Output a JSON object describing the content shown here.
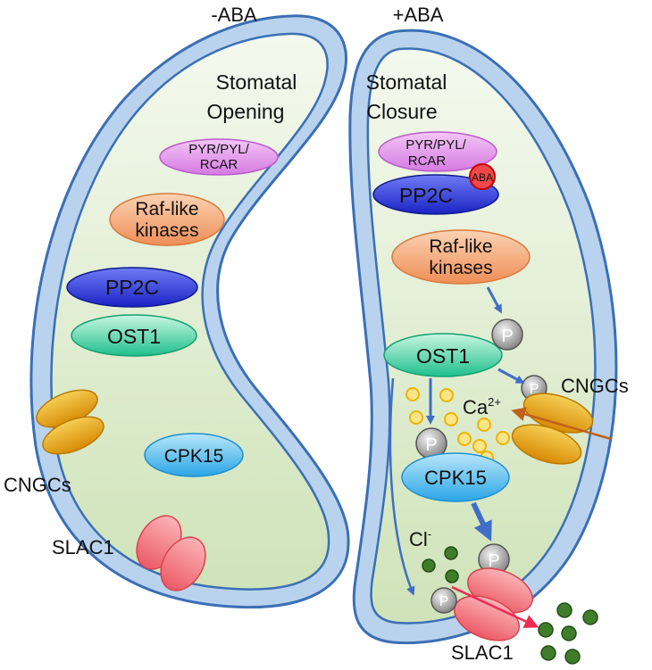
{
  "conditions": {
    "left": "-ABA",
    "right": "+ABA"
  },
  "left_cell": {
    "state_line1": "Stomatal",
    "state_line2": "Opening",
    "pyr_line1": "PYR/PYL/",
    "pyr_line2": "RCAR",
    "raf_line1": "Raf-like",
    "raf_line2": "kinases",
    "pp2c": "PP2C",
    "ost1": "OST1",
    "cpk15": "CPK15",
    "cngcs": "CNGCs",
    "slac1": "SLAC1"
  },
  "right_cell": {
    "state_line1": "Stomatal",
    "state_line2": "Closure",
    "pyr_line1": "PYR/PYL/",
    "pyr_line2": "RCAR",
    "aba": "ABA",
    "pp2c": "PP2C",
    "raf_line1": "Raf-like",
    "raf_line2": "kinases",
    "ost1": "OST1",
    "phospho": "P",
    "ca": "Ca",
    "ca_charge": "2+",
    "cpk15": "CPK15",
    "cl": "Cl",
    "cl_charge": "-",
    "cngcs": "CNGCs",
    "slac1": "SLAC1"
  },
  "colors": {
    "cell_wall": "#3b6fb5",
    "cell_fill": "#e2efd6",
    "pyr": "#d98ae6",
    "raf": "#f0a070",
    "pp2c": "#2233cc",
    "ost1": "#2ec79a",
    "cpk15": "#4ab8ec",
    "cngc": "#e6a514",
    "slac1": "#f07a84",
    "calcium": "#f2c530",
    "chloride": "#3a7a2a",
    "arrow": "#3f6ec7",
    "aba": "#e82020"
  }
}
